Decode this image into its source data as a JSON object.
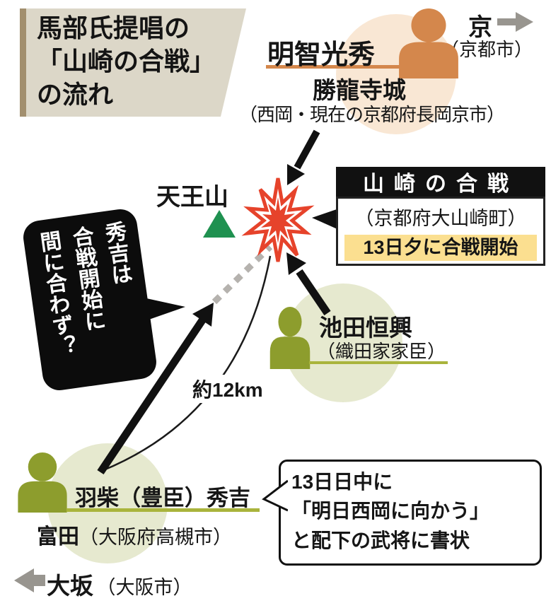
{
  "title": {
    "line1": "馬部氏提唱の",
    "line2": "「山崎の合戦」",
    "line3": "の流れ"
  },
  "kyoto": {
    "label": "京",
    "sub_label": "（京都市）"
  },
  "osaka": {
    "label": "大坂",
    "sub_label": "（大阪市）"
  },
  "akechi": {
    "name": "明智光秀",
    "castle": "勝龍寺城",
    "castle_location": "（西岡・現在の京都府長岡京市）"
  },
  "battle": {
    "title": "山崎の合戦",
    "location": "（京都府大山崎町）",
    "start_note": "13日夕に合戦開始"
  },
  "tennozan": {
    "label": "天王山"
  },
  "bubble": {
    "col1": "秀吉は",
    "col2": "合戦開始に",
    "col3": "間に合わず？"
  },
  "route": {
    "distance_label": "約12km"
  },
  "ikeda": {
    "name": "池田恒興",
    "affiliation": "（織田家家臣）"
  },
  "hideyoshi": {
    "name": "羽柴（豊臣）秀吉",
    "place": "富田",
    "place_detail": "（大阪府高槻市）"
  },
  "letter_note": {
    "line1": "13日日中に",
    "line2": "「明日西岡に向かう」",
    "line3": "と配下の武将に書状"
  },
  "icons": {
    "person": "person-silhouette",
    "mountain": "green-triangle",
    "battle": "red-starburst",
    "kyoto_direction": "gray-right-arrow",
    "osaka_direction": "gray-left-arrow"
  },
  "colors": {
    "accent_orange": "#d4874c",
    "circle_peach": "#f9e7d4",
    "accent_olive": "#8d9d2d",
    "underline_olive": "#a9b43c",
    "circle_green": "#e6e9cf",
    "mountain_green": "#1f9150",
    "star_red": "#e6432b",
    "highlight_yellow": "#fbdf90",
    "title_beige": "#dcd7c8",
    "title_bar_brown": "#a28f6e",
    "direction_gray": "#98958f",
    "ink_black": "#111111"
  }
}
